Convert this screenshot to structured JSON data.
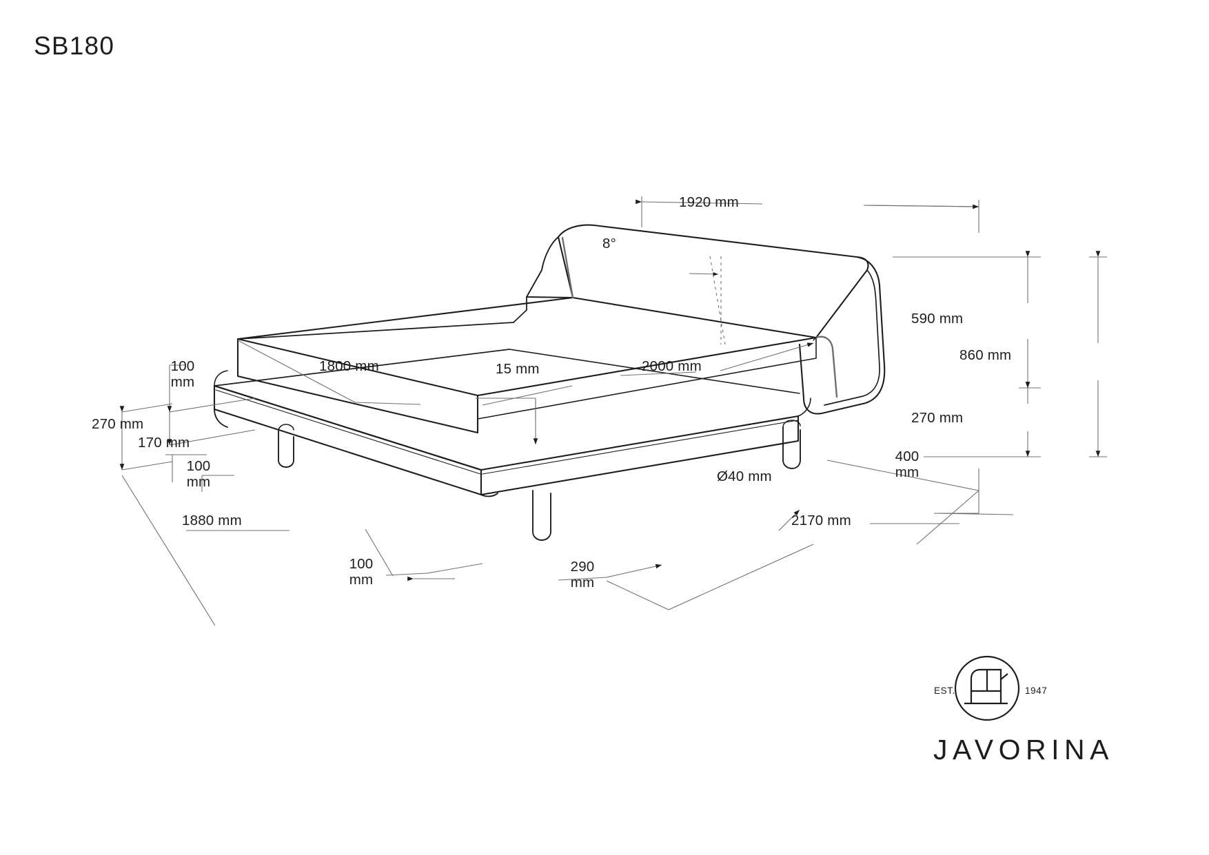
{
  "page": {
    "title": "SB180",
    "background_color": "#ffffff",
    "line_color": "#1d1d1b",
    "dim_line_color": "#6f6f6e"
  },
  "drawing": {
    "subject": "bed-perspective-technical-drawing",
    "product_code": "SB180"
  },
  "dimensions": {
    "top_width": "1920 mm",
    "headboard_angle": "8°",
    "mattress_width": "1800 mm",
    "mattress_gap": "15 mm",
    "mattress_length": "2000 mm",
    "headboard_height": "590 mm",
    "total_height": "860 mm",
    "frame_height_right": "270 mm",
    "leg_offset_right": "400 mm",
    "top_rail_left": "100 mm",
    "frame_height_left": "270 mm",
    "frame_depth_left": "170 mm",
    "leg_inset_left": "100 mm",
    "overall_width_front": "1880 mm",
    "leg_inset_front": "100 mm",
    "leg_offset_front": "290 mm",
    "overall_length": "2170 mm",
    "leg_diameter": "Ø40 mm"
  },
  "logo": {
    "wordmark": "JAVORINA",
    "est_left": "EST.",
    "est_right": "1947"
  }
}
